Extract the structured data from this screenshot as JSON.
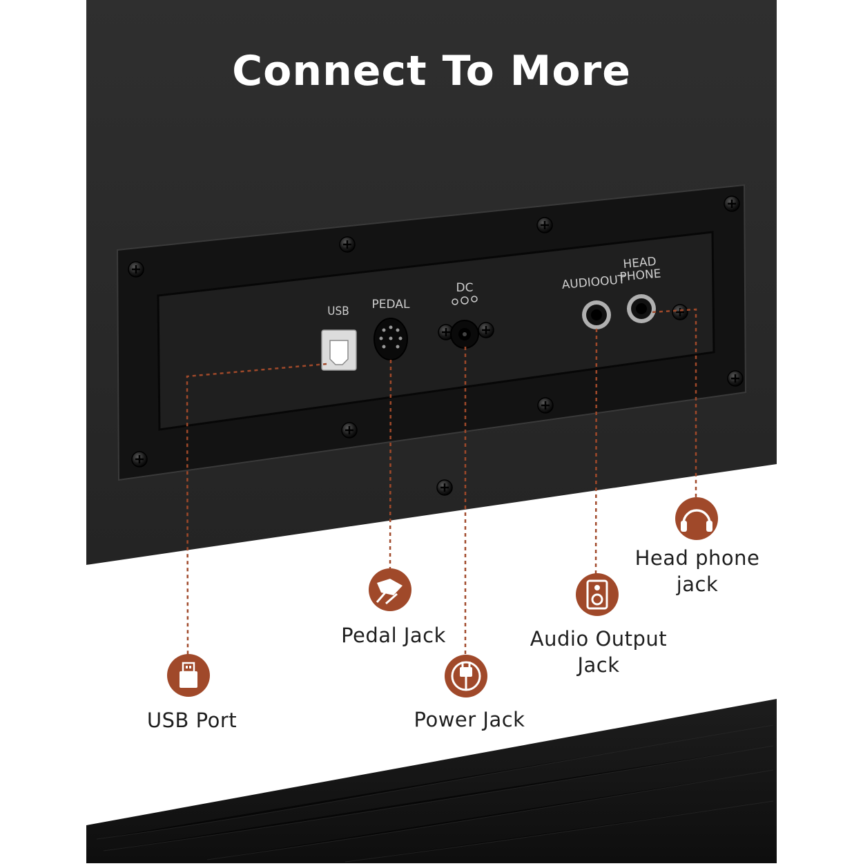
{
  "title": "Connect To More",
  "panel_labels": {
    "usb": "USB",
    "pedal": "PEDAL",
    "dc": "DC",
    "audio_out": "AUDIOOUT",
    "head": "HEAD",
    "phone": "PHONE"
  },
  "callouts": {
    "usb": "USB Port",
    "pedal": "Pedal Jack",
    "power": "Power Jack",
    "audio": "Audio Output\nJack",
    "headphone": "Head phone\njack"
  },
  "colors": {
    "accent": "#a0492a",
    "cabinet": "#2a2a2a",
    "plate": "#111111",
    "background": "#ffffff"
  },
  "icons": {
    "usb": "usb-port-icon",
    "pedal": "pedal-icon",
    "power": "power-plug-icon",
    "audio": "speaker-icon",
    "headphone": "headphones-icon"
  }
}
